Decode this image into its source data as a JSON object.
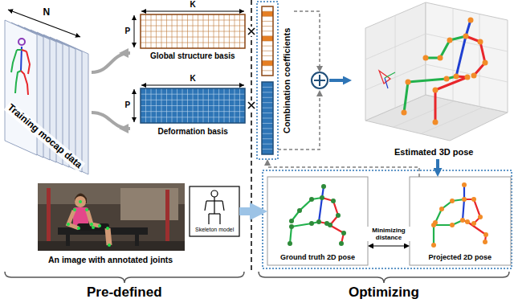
{
  "diagram": {
    "nodes": [
      {
        "text": [
          "Training mocap data"
        ]
      },
      {
        "text": [
          "Global structure basis"
        ]
      },
      {
        "text": [
          "Deformation basis"
        ]
      },
      {
        "text": [
          "Combination coefficients"
        ]
      },
      {
        "text": [
          "Estimated 3D pose"
        ]
      },
      {
        "text": [
          "An image with annotated joints"
        ]
      },
      {
        "text": [
          "Skeleton model"
        ]
      },
      {
        "text": [
          "Ground truth 2D pose"
        ]
      },
      {
        "text": [
          "Projected 2D pose"
        ]
      }
    ],
    "edges": [
      {
        "from": 0,
        "to": 1,
        "arrow": "to"
      },
      {
        "from": 0,
        "to": 2,
        "arrow": "to"
      },
      {
        "from": 3,
        "to": 4,
        "arrow": "to"
      },
      {
        "from": 6,
        "to": 7,
        "arrow": "to"
      },
      {
        "from": 7,
        "to": 8,
        "label": "Minimizing distance",
        "arrow": "both"
      },
      {
        "from": 4,
        "to": 8,
        "arrow": "to"
      },
      {
        "from": 8,
        "to": 3,
        "arrow": "to"
      }
    ],
    "labels": [
      "N",
      "K",
      "P",
      "K",
      "P",
      "Pre-defined",
      "Optimizing"
    ]
  }
}
